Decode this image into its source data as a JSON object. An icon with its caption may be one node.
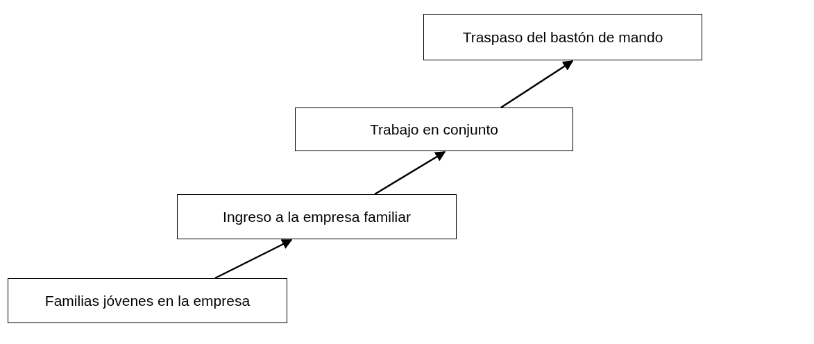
{
  "diagram": {
    "nodes": [
      {
        "text": [
          "Familias jóvenes en la empresa"
        ]
      },
      {
        "text": [
          "Ingreso a la empresa familiar"
        ]
      },
      {
        "text": [
          "Trabajo en conjunto"
        ]
      },
      {
        "text": [
          "Traspaso del bastón de mando"
        ]
      }
    ],
    "edges": [
      {
        "from": 0,
        "to": 1,
        "arrow": "to"
      },
      {
        "from": 1,
        "to": 2,
        "arrow": "to"
      },
      {
        "from": 2,
        "to": 3,
        "arrow": "to"
      }
    ]
  }
}
